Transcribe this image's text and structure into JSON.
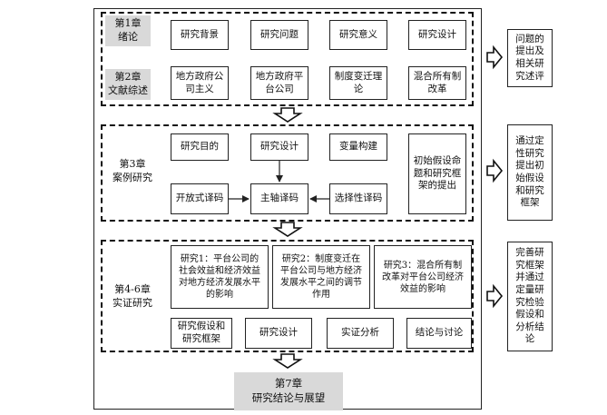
{
  "chapters": {
    "ch1": "第1章\n绪论",
    "ch2": "第2章\n文献综述",
    "ch3": "第3章\n案例研究",
    "ch4_6": "第4-6章\n实证研究",
    "ch7": "第7章\n研究结论与展望"
  },
  "intro_row": [
    "研究背景",
    "研究问题",
    "研究意义",
    "研究设计"
  ],
  "review_row": [
    "地方政府公\n司主义",
    "地方政府平\n台公司",
    "制度变迁理\n论",
    "混合所有制\n改革"
  ],
  "case": {
    "top": [
      "研究目的",
      "研究设计",
      "变量构建"
    ],
    "bottom": [
      "开放式译码",
      "主轴译码",
      "选择性译码"
    ],
    "right": "初始假设命\n题和研究框\n架的提出"
  },
  "empirical": {
    "studies": [
      "研究1：平台公司的\n社会效益和经济效益\n对地方经济发展水平\n的影响",
      "研究2：制度变迁在\n平台公司与地方经济\n发展水平之间的调节\n作用",
      "研究3：混合所有制\n改革对平台公司经济\n效益的影响"
    ],
    "bottom": [
      "研究假设和\n研究框架",
      "研究设计",
      "实证分析",
      "结论与讨论"
    ]
  },
  "side_notes": [
    "问题的\n提出及\n相关研\n究述评",
    "通过定\n性研究\n提出初\n始假设\n和研究\n框架",
    "完善研\n究框架\n并通过\n定量研\n究检验\n假设和\n分析结\n论"
  ],
  "colors": {
    "chapter_fill": "#d9d9d9",
    "line": "#222222"
  }
}
